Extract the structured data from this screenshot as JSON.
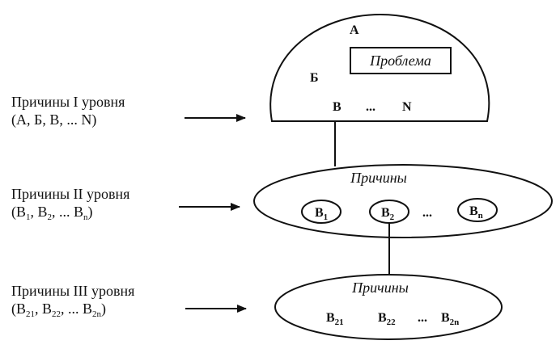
{
  "levels": {
    "level1": {
      "title": "Причины I уровня",
      "list": "(А, Б, В, ... N)"
    },
    "level2": {
      "title": "Причины II уровня",
      "list_prefix": "(В",
      "list_sep1": ", В",
      "list_sep2": ", ... В",
      "list_suffix": ")",
      "sub1": "1",
      "sub2": "2",
      "subn": "n"
    },
    "level3": {
      "title": "Причины III уровня",
      "list_prefix": "(В",
      "list_sep1": ", В",
      "list_sep2": ", ... В",
      "list_suffix": ")",
      "sub1": "21",
      "sub2": "22",
      "subn": "2n"
    }
  },
  "dome": {
    "letter_a": "А",
    "letter_b": "Б",
    "letter_v": "В",
    "dots": "...",
    "letter_n": "N",
    "problem": "Проблема"
  },
  "ellipse2": {
    "title": "Причины",
    "b": "В",
    "sub1": "1",
    "sub2": "2",
    "subn": "n",
    "dots": "..."
  },
  "ellipse3": {
    "title": "Причины",
    "b": "В",
    "sub1": "21",
    "sub2": "22",
    "subn": "2n",
    "dots": "..."
  }
}
